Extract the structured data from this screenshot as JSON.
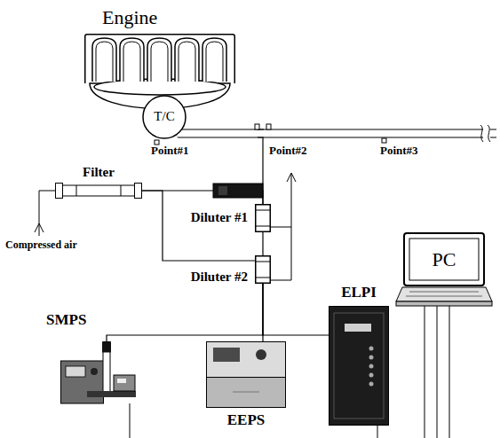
{
  "diagram": {
    "nodes": [
      {
        "text": [
          "Engine"
        ]
      },
      {
        "text": [
          "T/C"
        ]
      },
      {
        "text": [
          "Filter"
        ]
      },
      {
        "text": [
          "Diluter #1"
        ]
      },
      {
        "text": [
          "Diluter #2"
        ]
      },
      {
        "text": [
          "SMPS"
        ]
      },
      {
        "text": [
          "EEPS"
        ]
      },
      {
        "text": [
          "ELPI"
        ]
      },
      {
        "text": [
          "PC"
        ]
      }
    ],
    "edges": [
      {
        "from": 1,
        "to": 3,
        "arrow": "none"
      },
      {
        "from": 2,
        "to": 3,
        "arrow": "none"
      },
      {
        "from": 2,
        "to": 4,
        "arrow": "none"
      },
      {
        "from": 3,
        "to": 4,
        "arrow": "none"
      },
      {
        "from": 4,
        "to": 5,
        "arrow": "none"
      },
      {
        "from": 4,
        "to": 6,
        "arrow": "none"
      },
      {
        "from": 4,
        "to": 7,
        "arrow": "none"
      }
    ],
    "labels": [
      "Point#1",
      "Point#2",
      "Point#3",
      "Compressed air"
    ]
  }
}
